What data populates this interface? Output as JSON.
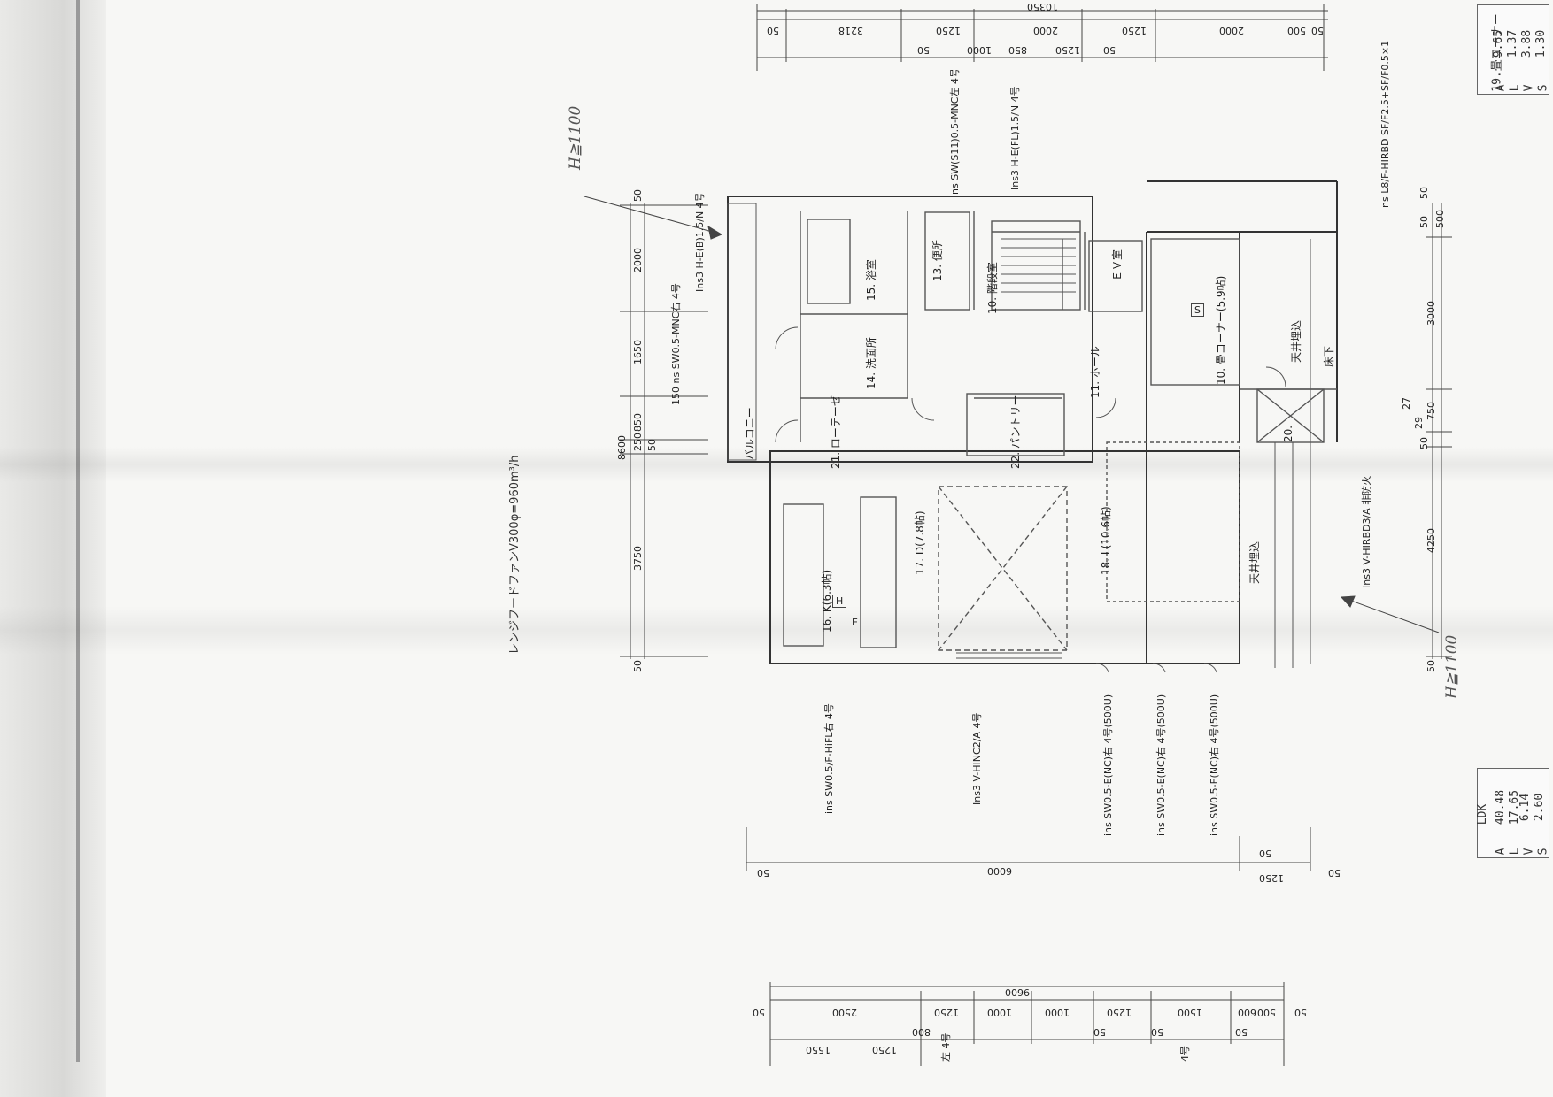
{
  "sheet": {
    "left_note": "レンジフードファンV300φ=960m³/h",
    "h_marks": [
      "H≧1100",
      "H≧1100"
    ],
    "top_dims": {
      "total": "10350",
      "row1": [
        "50",
        "500",
        "2000",
        "1250",
        "2000",
        "1250",
        "3218",
        "50"
      ],
      "row2": [
        "50",
        "1250",
        "850",
        "1000",
        "50"
      ]
    },
    "left_dims": {
      "total": "8600",
      "segments": [
        "50",
        "2000",
        "1650",
        "850",
        "250",
        "50",
        "3750",
        "50"
      ]
    },
    "right_dims": {
      "segments": [
        "50",
        "500",
        "50",
        "3000",
        "750",
        "29",
        "27",
        "50",
        "4250",
        "50"
      ]
    },
    "bottom_dims": {
      "total": "6000",
      "segments": [
        "50",
        "1250",
        "50",
        "50"
      ]
    },
    "lower_dims": {
      "total": "9600",
      "row1": [
        "50",
        "2500",
        "1250",
        "1000",
        "1000",
        "1250",
        "1500",
        "600",
        "500",
        "50"
      ],
      "row2": [
        "1550",
        "1250",
        "800",
        "50",
        "50",
        "50"
      ],
      "notes": [
        "左 4号",
        "4号"
      ]
    },
    "rooms": [
      {
        "label": "15. 浴室"
      },
      {
        "label": "13. 便所"
      },
      {
        "label": "10. 階段室"
      },
      {
        "label": "ＥＶ室"
      },
      {
        "label": "10. 畳コーナー(5.9帖)"
      },
      {
        "label": "14. 洗面所"
      },
      {
        "label": "11. ホール"
      },
      {
        "label": "天井埋込"
      },
      {
        "label": "21. ローテーゼ"
      },
      {
        "label": "22. パントリー"
      },
      {
        "label": "17. D(7.8帖)"
      },
      {
        "label": "16. K(6.3帖)"
      },
      {
        "label": "18. L(10.6帖)"
      },
      {
        "label": "天井埋込"
      },
      {
        "label": "20."
      },
      {
        "label": "バルコニー"
      },
      {
        "label": "床下"
      }
    ],
    "symbols": [
      "S",
      "H",
      "E"
    ],
    "notes": [
      "Ins3 H-E(B)1.5/N 4号",
      "150 ns SW0.5-MNC右 4号",
      "ns SW(S11)0.5-MNC左 4号",
      "Ins3 H-E(FL)1.5/N 4号",
      "ns L8/F-HIRBD SF/F2.5+SF/F0.5×1",
      "Ins3 V-HIRBD3/A 非防火",
      "ins SW0.5/F-HiFL右 4号",
      "Ins3 V-HINC2/A 4号",
      "ins SW0.5-E(NC)右 4号(500U)",
      "ins SW0.5-E(NC)右 4号(500U)",
      "ins SW0.5-E(NC)右 4号(500U)"
    ]
  },
  "tables": [
    {
      "title": "19.畳コーナー",
      "rows": [
        [
          "A",
          "9.65"
        ],
        [
          "L",
          "1.37"
        ],
        [
          "V",
          "3.88"
        ],
        [
          "S",
          "1.30"
        ]
      ]
    },
    {
      "title": "LDK",
      "rows": [
        [
          "A",
          "40.48"
        ],
        [
          "L",
          "17.65"
        ],
        [
          "V",
          "6.14"
        ],
        [
          "S",
          "2.60"
        ]
      ]
    }
  ]
}
